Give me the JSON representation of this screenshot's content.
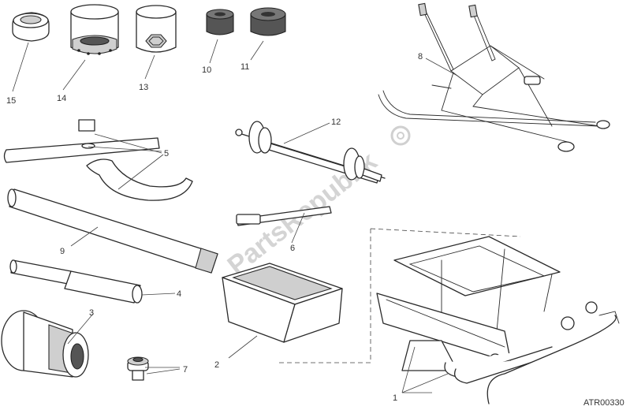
{
  "diagram": {
    "reference_code": "ATR00330",
    "watermark_text": "PartsRepublik",
    "callouts": [
      {
        "id": "c1",
        "text": "1"
      },
      {
        "id": "c2",
        "text": "2"
      },
      {
        "id": "c3",
        "text": "3"
      },
      {
        "id": "c4",
        "text": "4"
      },
      {
        "id": "c5",
        "text": "5"
      },
      {
        "id": "c6",
        "text": "6"
      },
      {
        "id": "c7",
        "text": "7"
      },
      {
        "id": "c8",
        "text": "8"
      },
      {
        "id": "c9",
        "text": "9"
      },
      {
        "id": "c10",
        "text": "10"
      },
      {
        "id": "c11",
        "text": "11"
      },
      {
        "id": "c12",
        "text": "12"
      },
      {
        "id": "c13",
        "text": "13"
      },
      {
        "id": "c14",
        "text": "14"
      },
      {
        "id": "c15",
        "text": "15"
      }
    ]
  }
}
